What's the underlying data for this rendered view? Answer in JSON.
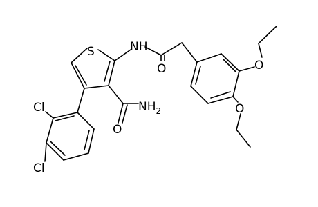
{
  "atoms": {
    "sulfur": "S",
    "amide_nh": "NH",
    "amide_o": "O",
    "carboxamide_nh2": "NH",
    "carboxamide_nh2_sub": "2",
    "carboxamide_o": "O",
    "chloro_top": "Cl",
    "chloro_bottom": "Cl",
    "ethoxy_o_upper": "O",
    "ethoxy_o_lower": "O"
  }
}
